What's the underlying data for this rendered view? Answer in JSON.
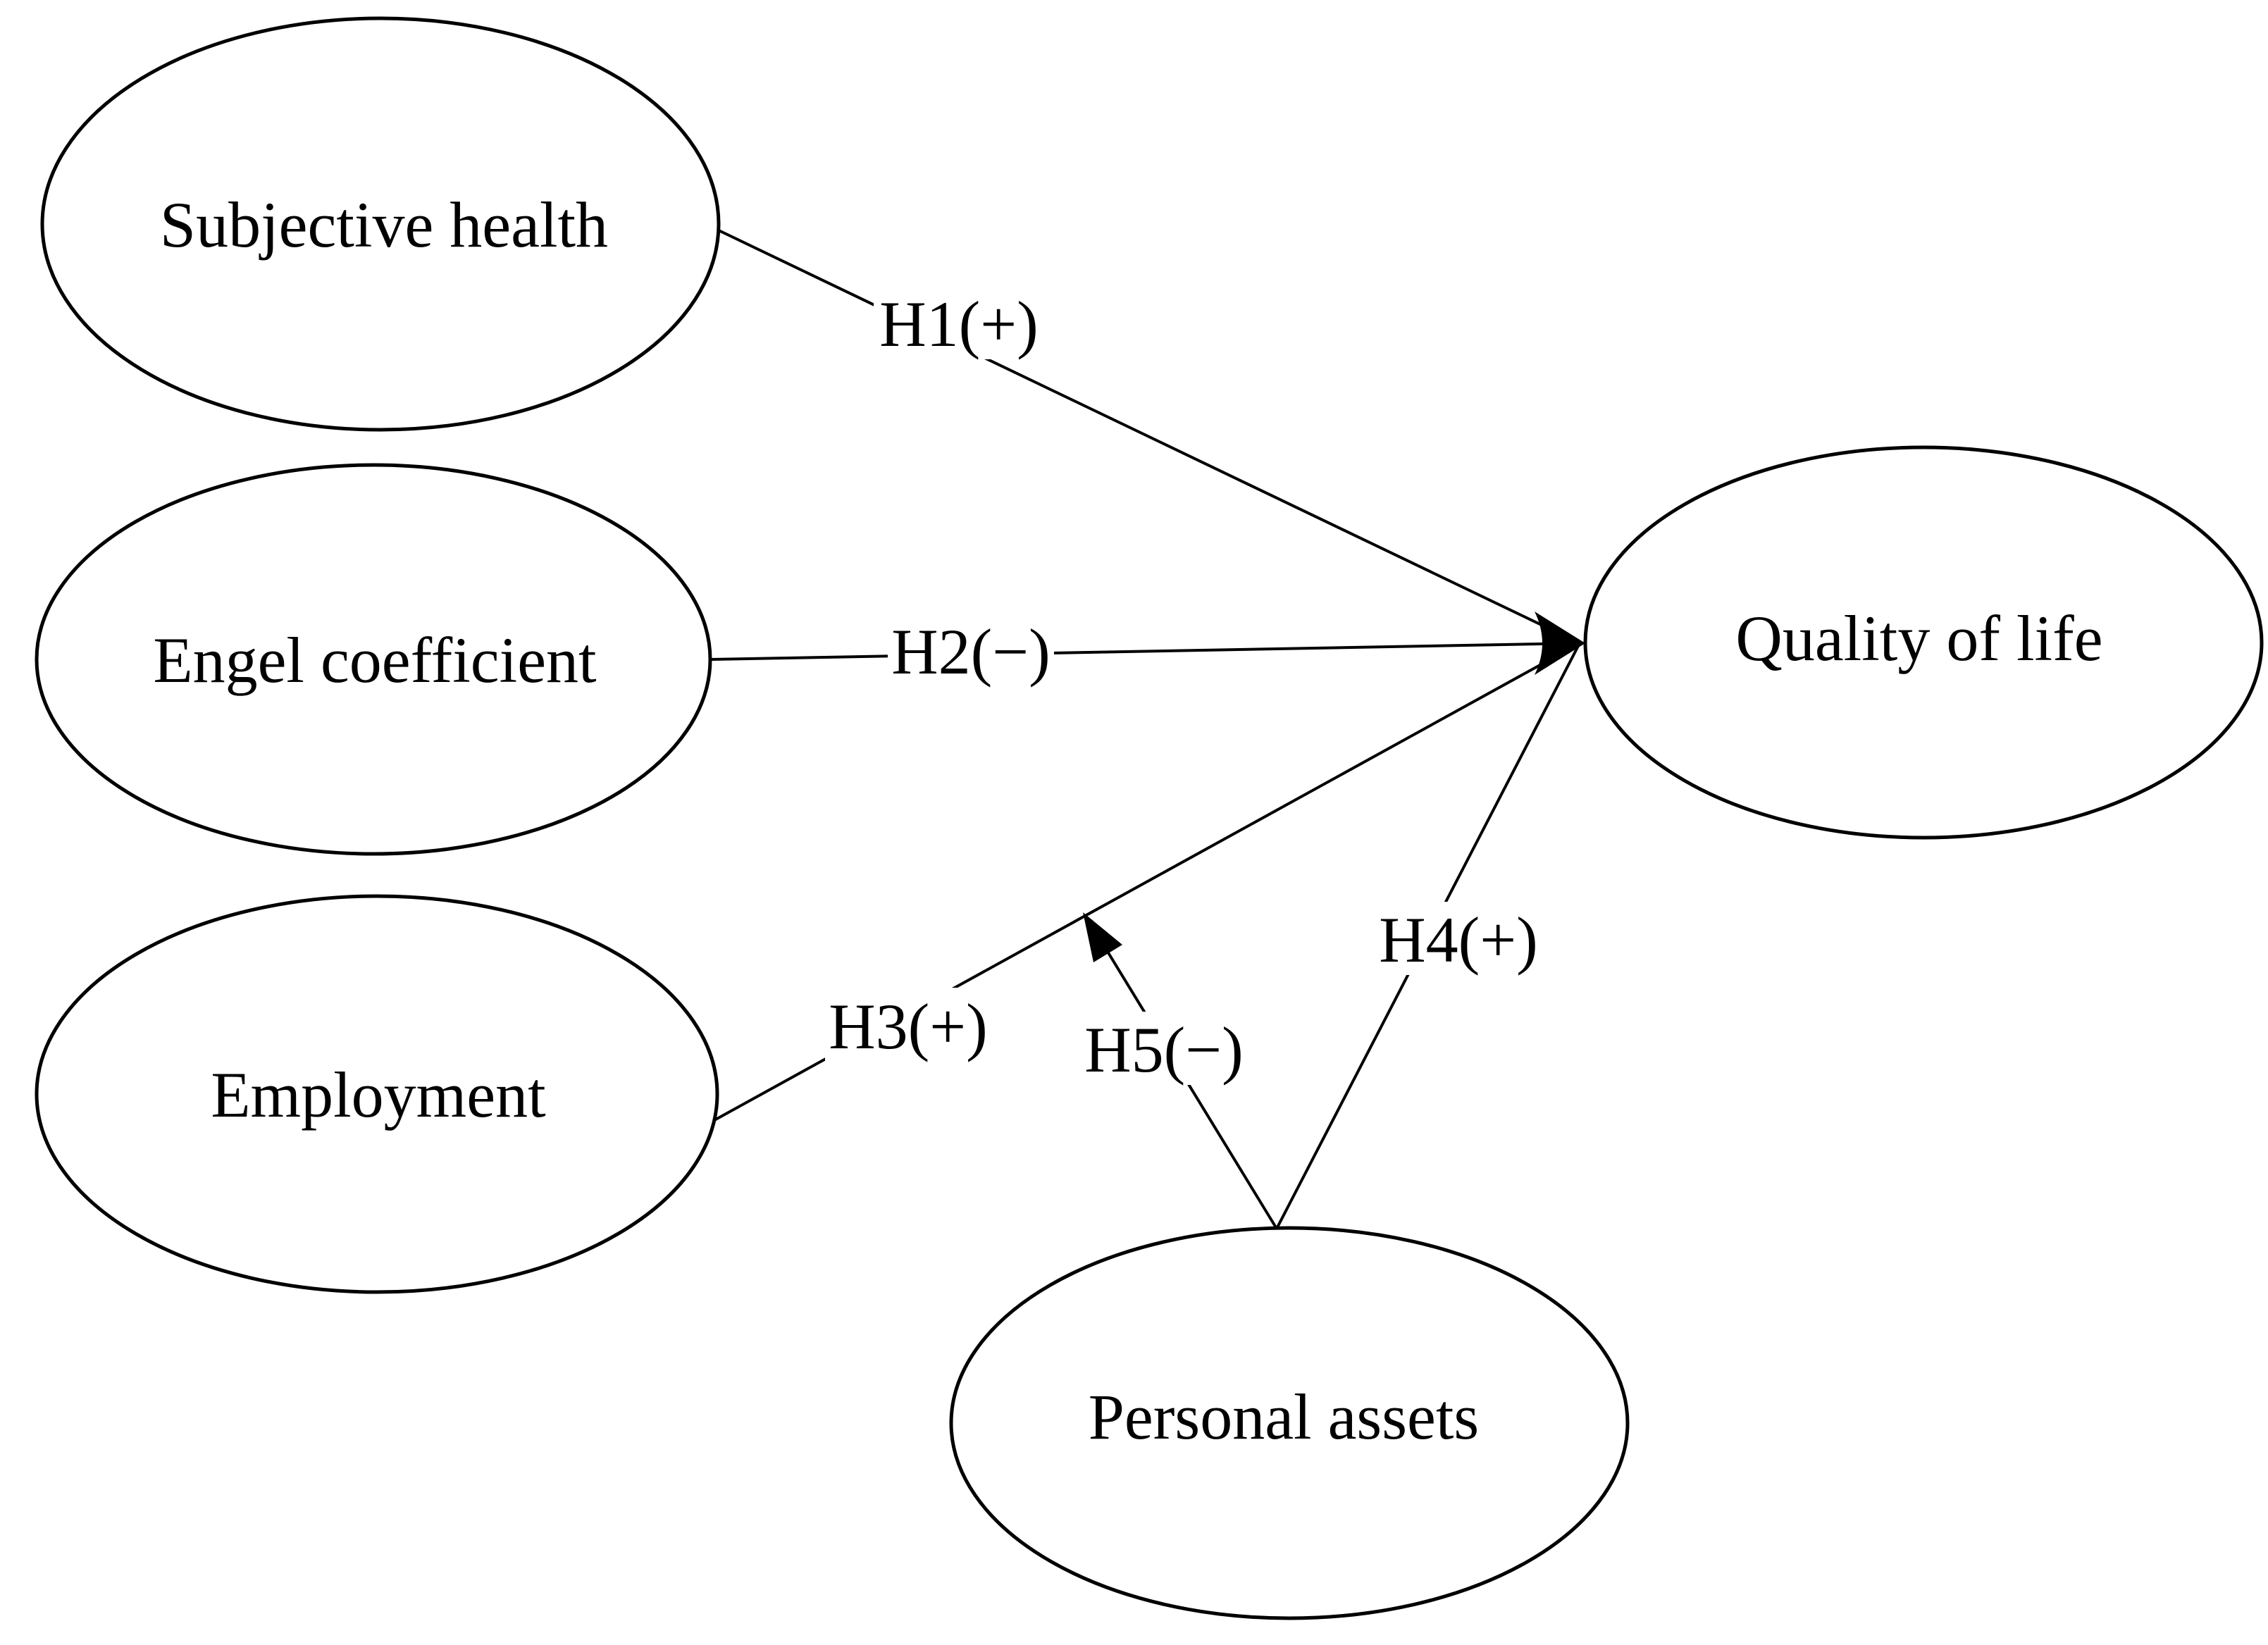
{
  "diagram": {
    "kind": "hypothesis-path-model",
    "background_color": "#ffffff",
    "line_color": "#000000",
    "text_color": "#000000",
    "nodes": [
      {
        "id": "subjective-health",
        "label": "Subjective health",
        "shape": "ellipse"
      },
      {
        "id": "engel-coefficient",
        "label": "Engel coefficient",
        "shape": "ellipse"
      },
      {
        "id": "employment",
        "label": "Employment",
        "shape": "ellipse"
      },
      {
        "id": "quality-of-life",
        "label": "Quality of life",
        "shape": "ellipse"
      },
      {
        "id": "personal-assets",
        "label": "Personal assets",
        "shape": "ellipse"
      }
    ],
    "edges": [
      {
        "id": "H1",
        "label": "H1(+)",
        "from": "subjective-health",
        "to": "quality-of-life",
        "sign": "positive"
      },
      {
        "id": "H2",
        "label": "H2(−)",
        "from": "engel-coefficient",
        "to": "quality-of-life",
        "sign": "negative"
      },
      {
        "id": "H3",
        "label": "H3(+)",
        "from": "employment",
        "to": "quality-of-life",
        "sign": "positive"
      },
      {
        "id": "H4",
        "label": "H4(+)",
        "from": "personal-assets",
        "to": "quality-of-life",
        "sign": "positive"
      },
      {
        "id": "H5",
        "label": "H5(−)",
        "from": "personal-assets",
        "to": "edge-H3",
        "sign": "negative"
      }
    ]
  }
}
